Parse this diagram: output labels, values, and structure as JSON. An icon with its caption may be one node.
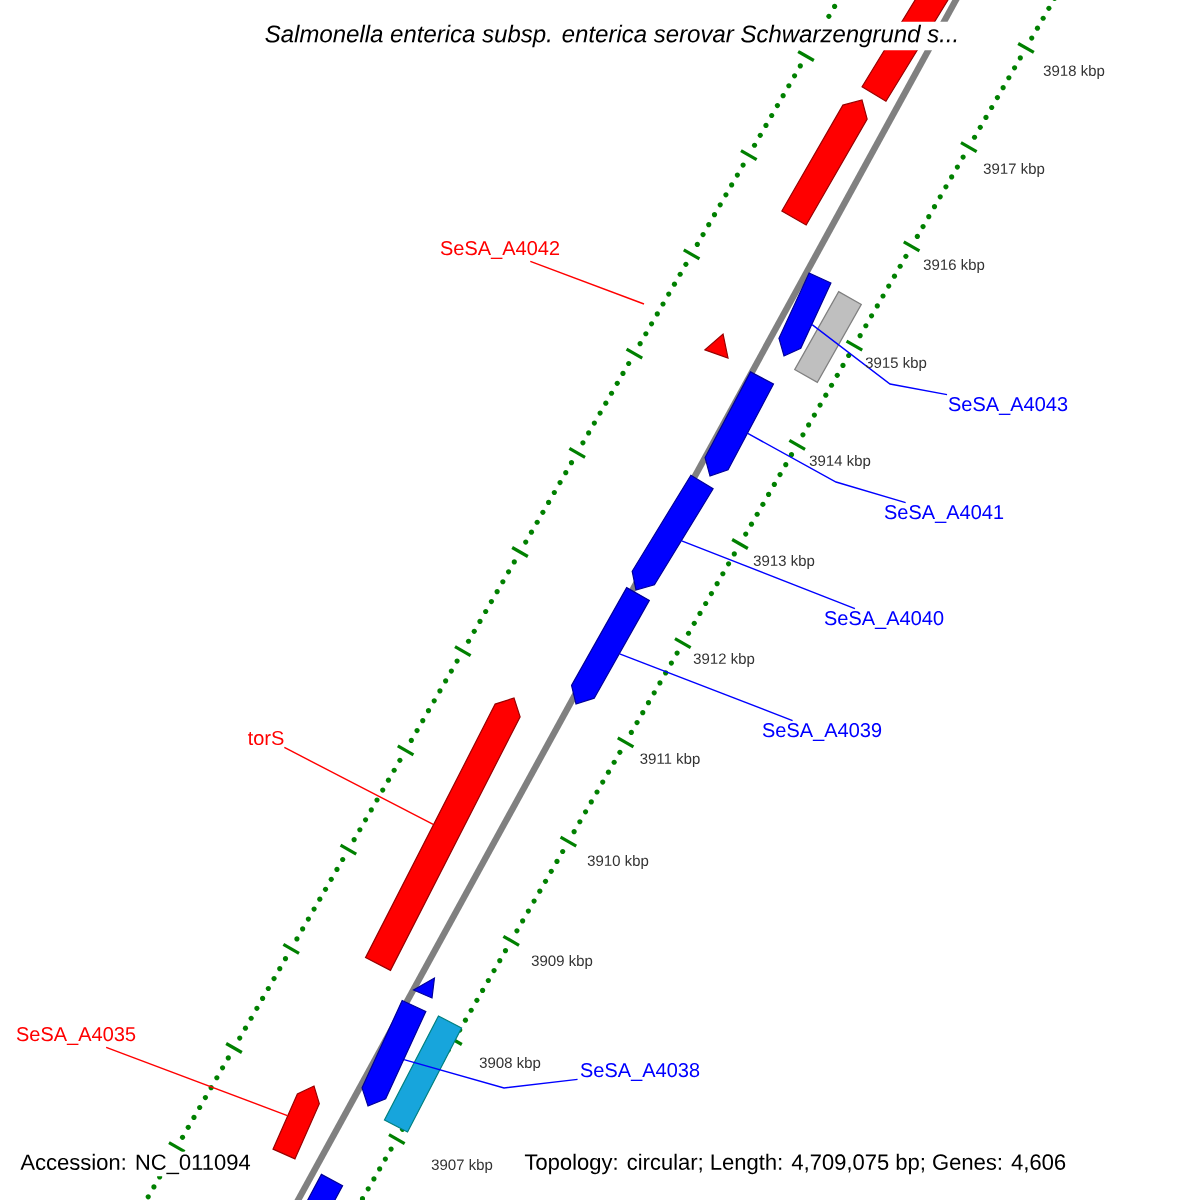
{
  "diagram": {
    "title": "Salmonella enterica subsp. enterica serovar Schwarzengrund s...",
    "nodes": [
      {
        "text": [
          "SeSA_A4042"
        ]
      },
      {
        "text": [
          "SeSA_A4043"
        ]
      },
      {
        "text": [
          "SeSA_A4041"
        ]
      },
      {
        "text": [
          "SeSA_A4040"
        ]
      },
      {
        "text": [
          "SeSA_A4039"
        ]
      },
      {
        "text": [
          "torS"
        ]
      },
      {
        "text": [
          "SeSA_A4035"
        ]
      },
      {
        "text": [
          "SeSA_A4038"
        ]
      },
      {
        "text": [],
        "shape": "bar"
      },
      {
        "text": [],
        "shape": "bar"
      },
      {
        "text": [],
        "shape": "bar"
      },
      {
        "text": [],
        "shape": "bar"
      },
      {
        "text": [],
        "shape": "bar"
      },
      {
        "text": [],
        "shape": "bar"
      },
      {
        "text": [],
        "shape": "bar"
      }
    ],
    "edges": [
      {
        "from": 0,
        "to": null,
        "arrow": "none",
        "color": "#ff0000"
      },
      {
        "from": 1,
        "to": 8,
        "arrow": "none"
      },
      {
        "from": 2,
        "to": 9,
        "arrow": "none"
      },
      {
        "from": 3,
        "to": 10,
        "arrow": "none"
      },
      {
        "from": 4,
        "to": 11,
        "arrow": "none"
      },
      {
        "from": 5,
        "to": 12,
        "arrow": "none",
        "color": "#ff0000"
      },
      {
        "from": 6,
        "to": 14,
        "arrow": "none",
        "color": "#ff0000"
      },
      {
        "from": 7,
        "to": 13,
        "arrow": "none"
      }
    ],
    "labels": [
      "3918 kbp",
      "3917 kbp",
      "3916 kbp",
      "3915 kbp",
      "3914 kbp",
      "3913 kbp",
      "3912 kbp",
      "3911 kbp",
      "3910 kbp",
      "3909 kbp",
      "3908 kbp",
      "3907 kbp",
      "Accession: NC_011094",
      "Topology: circular; Length: 4,709,075 bp; Genes: 4,606"
    ]
  }
}
